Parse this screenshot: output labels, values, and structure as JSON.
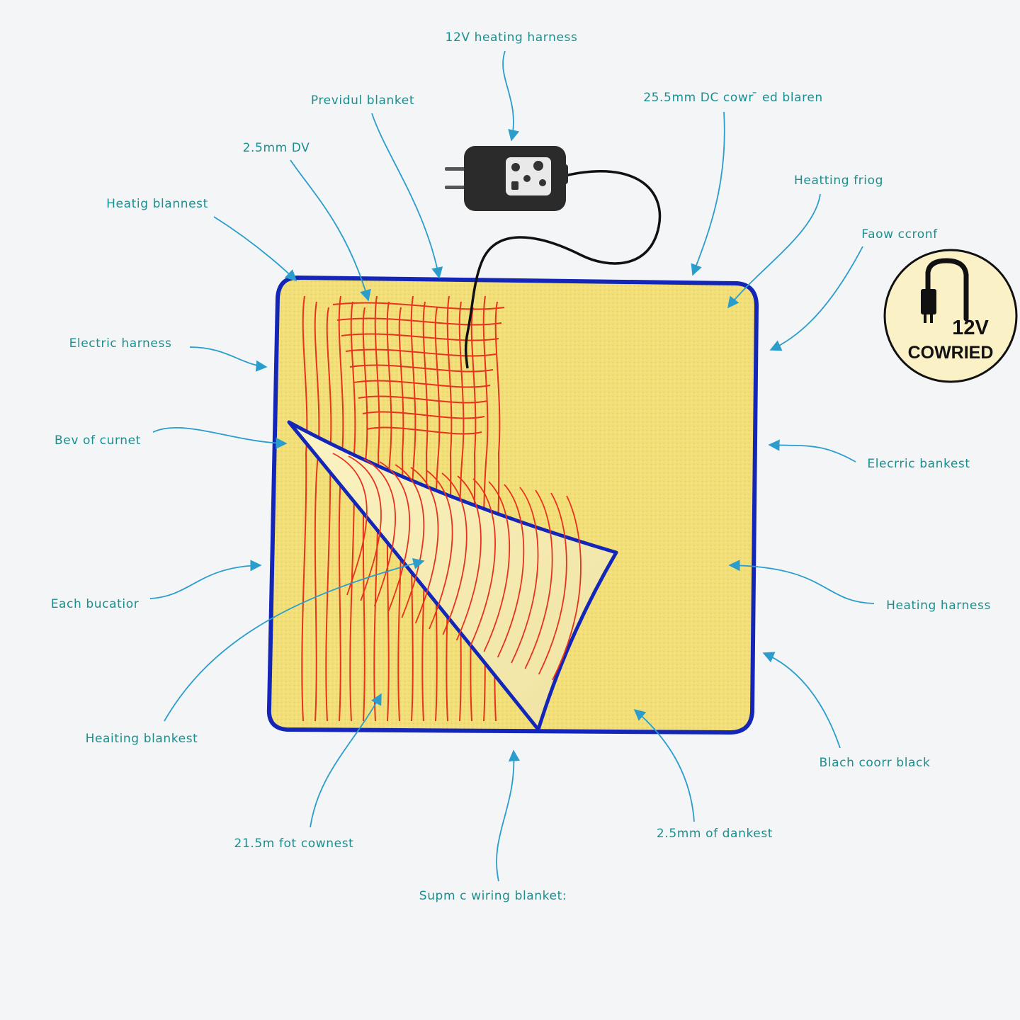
{
  "colors": {
    "background": "#f4f5f7",
    "label_text": "#1a8f8f",
    "leader_line": "#2a9dcc",
    "blanket_fill": "#f2df78",
    "blanket_border": "#1426b8",
    "heating_wire": "#e8321e",
    "controller_body": "#2b2b2b",
    "badge_fill": "#fbf1c7"
  },
  "controller": {
    "icon": "power-adapter-controller-icon",
    "cable_icon": "dc-cable-icon"
  },
  "badge": {
    "icon": "connector-plug-icon",
    "line1": "12V",
    "line2": "COWRIED"
  },
  "labels": [
    {
      "id": "top-center",
      "text": "12V heating harness"
    },
    {
      "id": "top-2",
      "text": "Previdul  blanket"
    },
    {
      "id": "top-right-1",
      "text": "25.5mm DC cowr ̄ ed blaren"
    },
    {
      "id": "top-left-2",
      "text": "2.5mm DV"
    },
    {
      "id": "right-1",
      "text": "Heatting friog"
    },
    {
      "id": "left-1",
      "text": "Heatig blannest"
    },
    {
      "id": "right-2",
      "text": "Faow ccronf"
    },
    {
      "id": "left-2",
      "text": "Electric harness"
    },
    {
      "id": "left-3",
      "text": "Bev of curnet"
    },
    {
      "id": "right-3",
      "text": "Elecrric bankest"
    },
    {
      "id": "left-4",
      "text": "Each bucatior"
    },
    {
      "id": "right-4",
      "text": "Heating harness"
    },
    {
      "id": "left-5",
      "text": "Heaiting blankest"
    },
    {
      "id": "right-5",
      "text": "Blach coorr black"
    },
    {
      "id": "bottom-1",
      "text": "21.5m fot cownest"
    },
    {
      "id": "bottom-2",
      "text": "2.5mm of dankest"
    },
    {
      "id": "bottom-3",
      "text": "Supm c wiring blanket:"
    }
  ]
}
